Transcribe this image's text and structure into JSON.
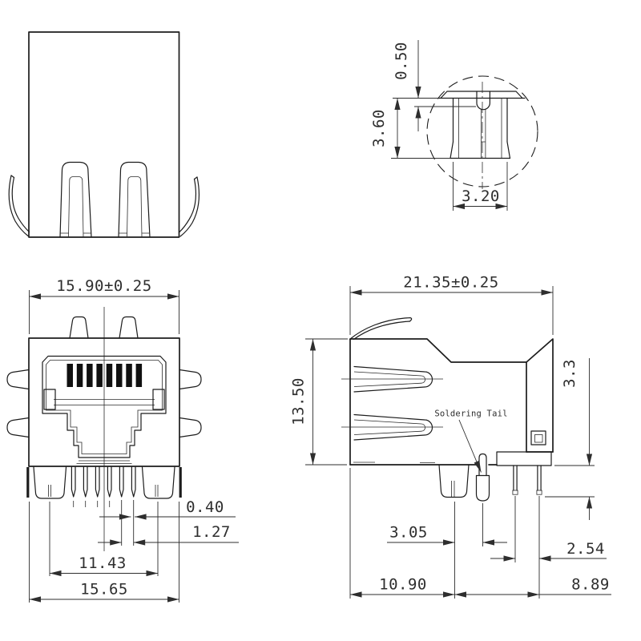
{
  "drawing": {
    "colors": {
      "line": "#1c1c1c",
      "dim": "#2e2e2e",
      "background": "#ffffff",
      "contact_fill": "#101010"
    },
    "front": {
      "width_dim": "15.90±0.25",
      "pin_width": "0.40",
      "pin_pitch": "1.27",
      "leg_span": "11.43",
      "overall_width": "15.65"
    },
    "side": {
      "depth_dim": "21.35±0.25",
      "height_dim": "13.50",
      "pin_length": "3.3",
      "leg_to_tail": "3.05",
      "pin_spacing": "2.54",
      "front_to_leg": "10.90",
      "leg_to_pin": "8.89",
      "soldering_tail_label": "Soldering Tail"
    },
    "detail": {
      "flange_offset": "0.50",
      "post_height": "3.60",
      "post_width": "3.20"
    }
  }
}
